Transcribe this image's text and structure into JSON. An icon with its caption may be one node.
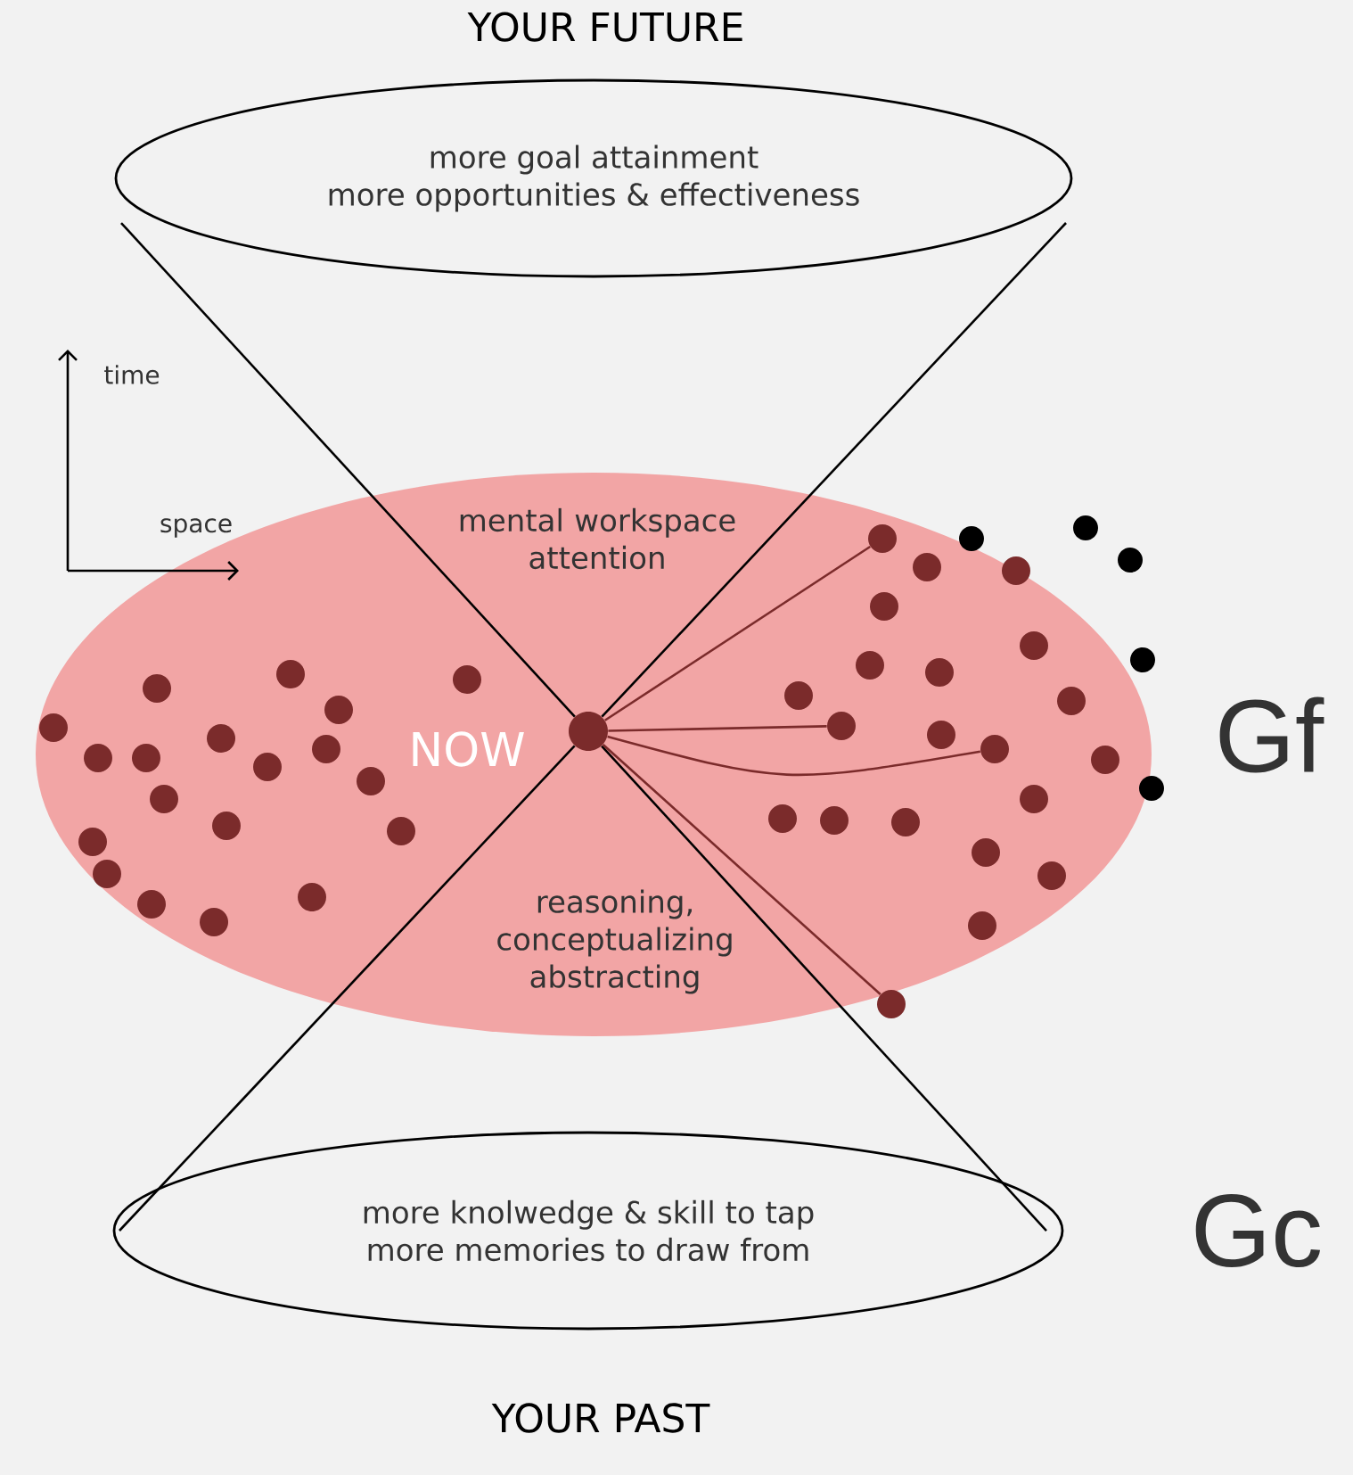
{
  "diagram": {
    "nodes": [
      {
        "text": [
          "YOUR FUTURE",
          "more goal attainment",
          "more opportunities & effectiveness"
        ]
      },
      {
        "text": [
          "mental workspace attention",
          "reasoning, conceptualizing abstracting"
        ],
        "beside": [
          "Gf"
        ]
      },
      {
        "text": [
          "more knolwedge & skill to tap",
          "more memories to draw from",
          "YOUR PAST"
        ],
        "beside": [
          "Gc"
        ]
      },
      {
        "text": [],
        "shape": "circle",
        "in": 1,
        "beside": [
          "NOW"
        ]
      },
      {
        "text": [],
        "shape": "circle",
        "in": 1
      },
      {
        "text": [],
        "shape": "circle",
        "in": 1
      },
      {
        "text": [],
        "shape": "circle",
        "in": 1
      },
      {
        "text": [],
        "shape": "circle",
        "in": 1
      }
    ],
    "edges": [
      {
        "from": 0,
        "to": 3,
        "arrow": "none",
        "color": "#000000"
      },
      {
        "from": 0,
        "to": 3,
        "arrow": "none",
        "color": "#000000"
      },
      {
        "from": 3,
        "to": 2,
        "arrow": "none",
        "color": "#000000"
      },
      {
        "from": 3,
        "to": 2,
        "arrow": "none",
        "color": "#000000"
      },
      {
        "from": 3,
        "to": 4,
        "arrow": "none",
        "color": "#7b2b2b"
      },
      {
        "from": 3,
        "to": 5,
        "arrow": "none",
        "color": "#7b2b2b"
      },
      {
        "from": 3,
        "to": 6,
        "arrow": "none",
        "color": "#7b2b2b"
      },
      {
        "from": 3,
        "to": 7,
        "arrow": "none",
        "color": "#7b2b2b"
      }
    ],
    "labels": [
      "time",
      "space"
    ]
  }
}
